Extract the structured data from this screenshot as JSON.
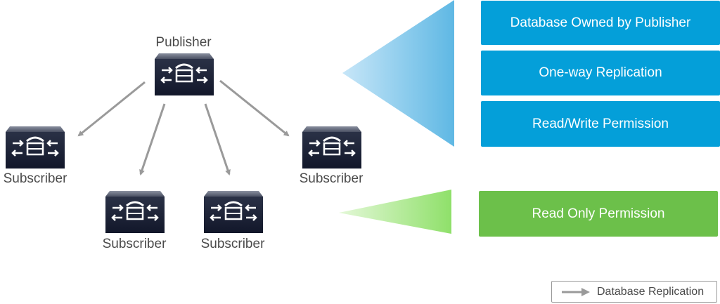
{
  "publisher": {
    "label": "Publisher"
  },
  "subscribers": [
    {
      "label": "Subscriber"
    },
    {
      "label": "Subscriber"
    },
    {
      "label": "Subscriber"
    },
    {
      "label": "Subscriber"
    }
  ],
  "rights": {
    "publisher_items": [
      {
        "label": "Database Owned by Publisher"
      },
      {
        "label": "One-way Replication"
      },
      {
        "label": "Read/Write Permission"
      }
    ],
    "subscriber_items": [
      {
        "label": "Read Only Permission"
      }
    ]
  },
  "legend": {
    "label": "Database Replication"
  },
  "colors": {
    "blue": "#049fd9",
    "green": "#6cc04a",
    "arrow": "#9a9a9a",
    "device": "#1e2436"
  }
}
